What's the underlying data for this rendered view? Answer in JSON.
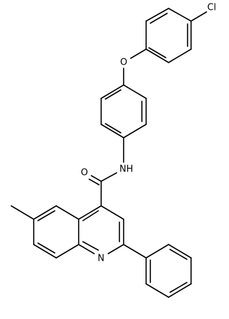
{
  "molecule": {
    "atom_labels": {
      "chlorine": "Cl",
      "ether_oxygen": "O",
      "amide_nitrogen": "NH",
      "carbonyl_oxygen": "O",
      "quinoline_nitrogen": "N"
    },
    "colors": {
      "bond": "#000000",
      "label": "#000000",
      "background": "#ffffff"
    }
  }
}
